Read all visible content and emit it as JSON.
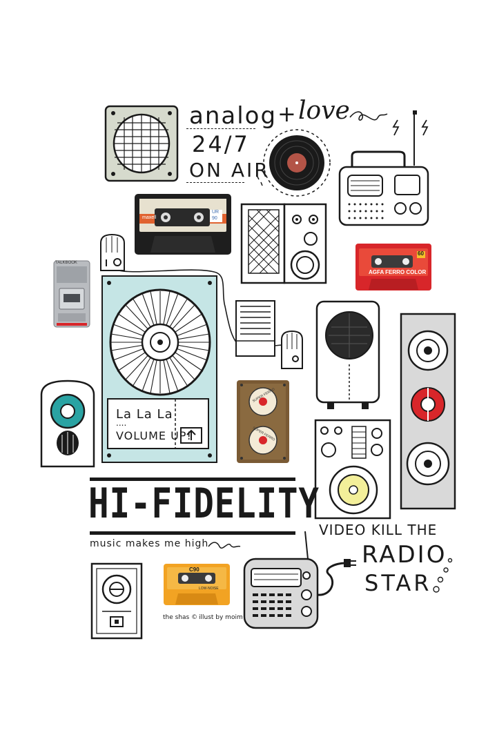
{
  "headline": {
    "analog": "analog",
    "plus": "+",
    "love": "love",
    "hours": "24/7",
    "on_air": "ON AIR"
  },
  "cassettes": {
    "maxell_brand": "maxell",
    "maxell_type": "UR",
    "maxell_length": "90",
    "agfa_label": "AGFA FERRO COLOR",
    "agfa_length": "60",
    "tdk_length": "C90",
    "tdk_sub": "LOW-NOISE",
    "reel_label_1": "SUPER FERRO",
    "reel_label_2": "SUPER FERRO"
  },
  "walkman": {
    "brand": "TALKBOOK"
  },
  "big_speaker": {
    "line1": "La La La",
    "line2": "....",
    "line3": "VOLUME UP!"
  },
  "title": {
    "main": "HI-FIDELITY",
    "tagline": "music makes me high"
  },
  "slogan": {
    "line1": "VIDEO KILL THE",
    "line2": "RADIO",
    "line3": "STAR"
  },
  "credit": {
    "shop": "the shas ©",
    "illustrator": "illust by moim"
  },
  "colors": {
    "ink": "#1a1a1a",
    "speaker_blue": "#c5e5e5",
    "teal": "#2aa3a3",
    "red": "#d8262a",
    "yellow": "#f3ef9a",
    "grey": "#d9d9d9",
    "sage": "#d6dacd",
    "orange": "#f2a323"
  }
}
